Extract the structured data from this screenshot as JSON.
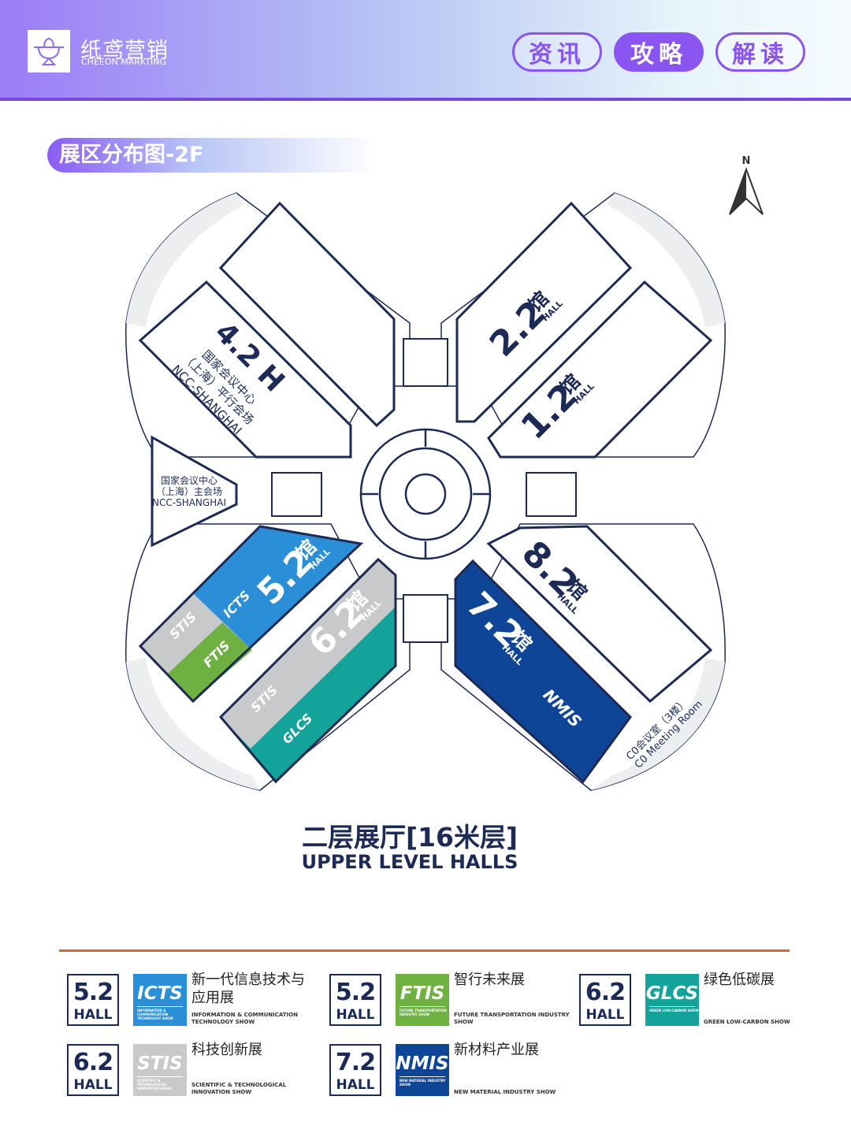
{
  "header": {
    "brand_cn": "纸鸢营销",
    "brand_en": "CHEEON MARKTING",
    "nav": [
      {
        "label": "资讯",
        "active": false
      },
      {
        "label": "攻略",
        "active": true
      },
      {
        "label": "解读",
        "active": false
      }
    ]
  },
  "section_title": "展区分布图-2F",
  "compass": "N",
  "map": {
    "hall_42": {
      "number": "4.2 H",
      "name_cn_1": "国家会议中心",
      "name_cn_2": "（上海）平行会场",
      "name_en": "NCC-SHANGHAI"
    },
    "hall_22": {
      "number": "2.2",
      "cn": "馆",
      "en": "HALL"
    },
    "hall_12": {
      "number": "1.2",
      "cn": "馆",
      "en": "HALL"
    },
    "hall_52": {
      "number": "5.2",
      "cn": "馆",
      "en": "HALL",
      "shows": [
        "ICTS",
        "STIS",
        "FTIS"
      ]
    },
    "hall_62": {
      "number": "6.2",
      "cn": "馆",
      "en": "HALL",
      "shows": [
        "STIS",
        "GLCS"
      ]
    },
    "hall_72": {
      "number": "7.2",
      "cn": "馆",
      "en": "HALL",
      "shows": [
        "NMIS"
      ]
    },
    "hall_82": {
      "number": "8.2",
      "cn": "馆",
      "en": "HALL"
    },
    "main_hall": {
      "cn_1": "国家会议中心",
      "cn_2": "（上海）主会场",
      "en": "NCC-SHANGHAI"
    },
    "meeting_room": {
      "cn": "C0会议室（3楼）",
      "en": "C0 Meeting Room"
    },
    "colors": {
      "outline": "#1c2a55",
      "icts": "#2a8fd6",
      "stis": "#c8c9cb",
      "ftis": "#6fb043",
      "glcs": "#14a39a",
      "nmis": "#0f4597",
      "ring": "#eceef0"
    }
  },
  "title_cn": "二层展厅[16米层]",
  "title_en": "UPPER LEVEL HALLS",
  "legend": [
    {
      "hall": "5.2",
      "hall_label": "HALL",
      "logo": "ICTS",
      "logo_sub": "INFORMATION & COMMUNICATION TECHNOLOGY SHOW",
      "color": "#2a8fd6",
      "cn": "新一代信息技术与应用展",
      "en": "INFORMATION & COMMUNICATION TECHNOLOGY SHOW"
    },
    {
      "hall": "5.2",
      "hall_label": "HALL",
      "logo": "FTIS",
      "logo_sub": "FUTURE TRANSPORTATION INDUSTRY SHOW",
      "color": "#6fb043",
      "cn": "智行未来展",
      "en": "FUTURE TRANSPORTATION INDUSTRY SHOW"
    },
    {
      "hall": "6.2",
      "hall_label": "HALL",
      "logo": "GLCS",
      "logo_sub": "GREEN LOW-CARBON SHOW",
      "color": "#14a39a",
      "cn": "绿色低碳展",
      "en": "GREEN LOW-CARBON SHOW"
    },
    {
      "hall": "6.2",
      "hall_label": "HALL",
      "logo": "STIS",
      "logo_sub": "SCIENTIFIC & TECHNOLOGICAL INNOVATION SHOW",
      "color": "#c8c9cb",
      "cn": "科技创新展",
      "en": "SCIENTIFIC & TECHNOLOGICAL INNOVATION SHOW"
    },
    {
      "hall": "7.2",
      "hall_label": "HALL",
      "logo": "NMIS",
      "logo_sub": "NEW MATERIAL INDUSTRY SHOW",
      "color": "#0f4597",
      "cn": "新材料产业展",
      "en": "NEW MATERIAL INDUSTRY SHOW"
    }
  ]
}
